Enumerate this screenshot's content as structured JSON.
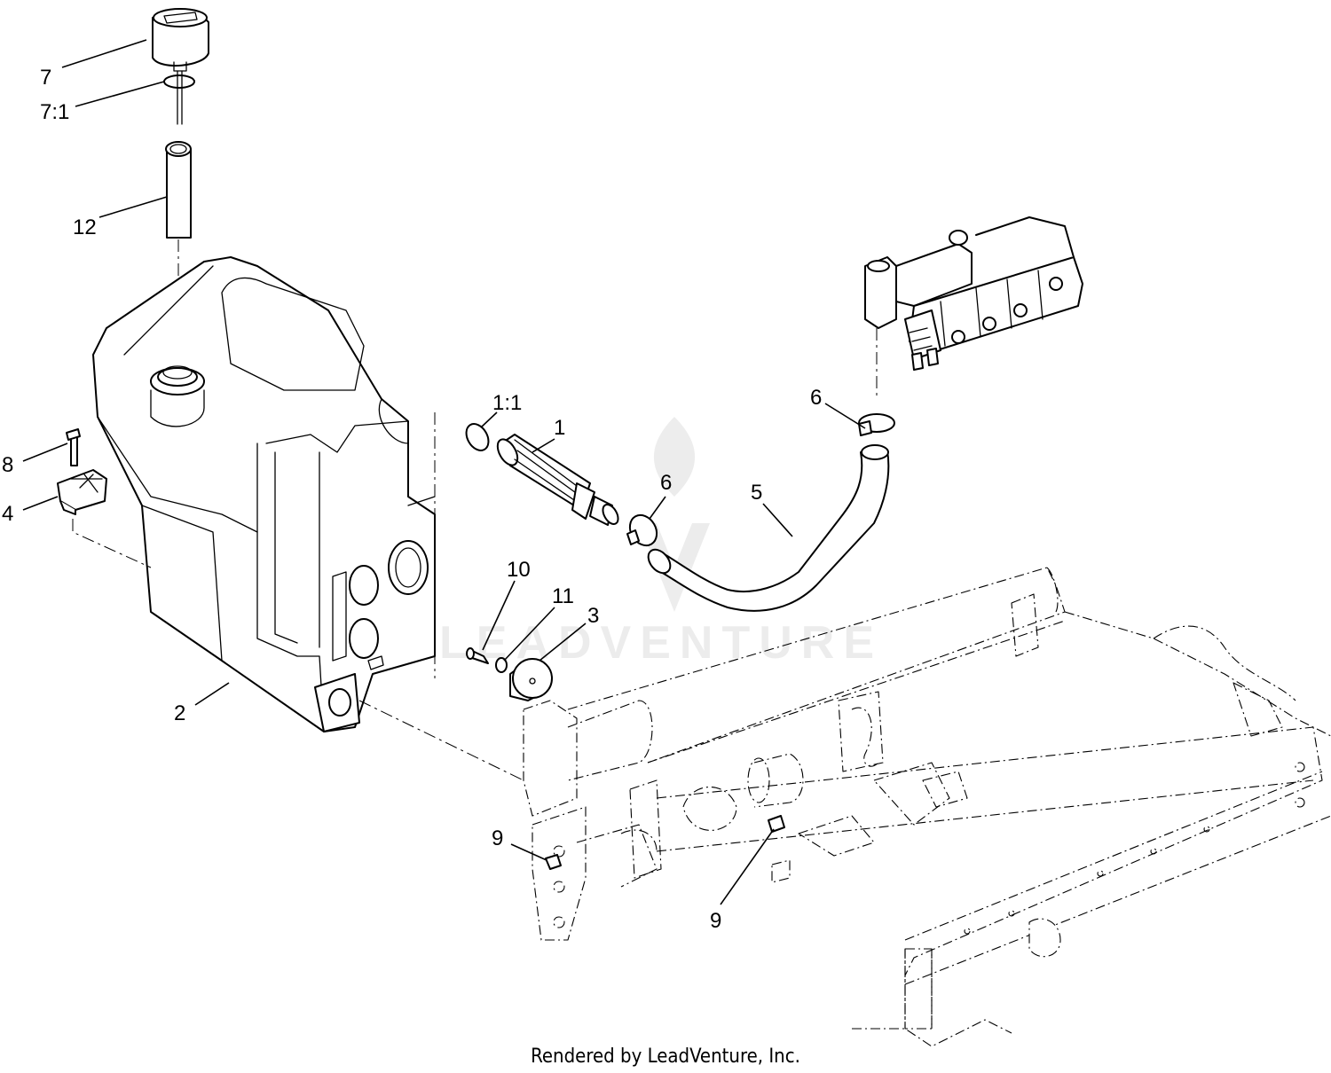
{
  "callouts": {
    "c7": "7",
    "c7_1": "7:1",
    "c12": "12",
    "c8": "8",
    "c4": "4",
    "c2": "2",
    "c1_1": "1:1",
    "c1": "1",
    "c6a": "6",
    "c6b": "6",
    "c5": "5",
    "c10": "10",
    "c11": "11",
    "c3": "3",
    "c9a": "9",
    "c9b": "9"
  },
  "watermark": "LEADVENTURE",
  "watermark_logo": "leadventure-logo-icon",
  "footer": "Rendered by LeadVenture, Inc."
}
